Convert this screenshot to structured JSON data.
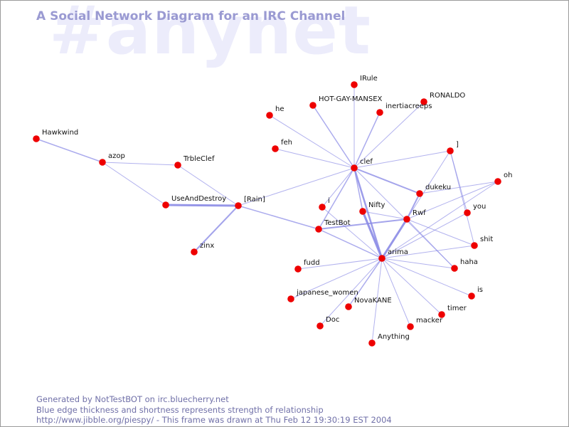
{
  "watermark": "#anynet",
  "title": "A Social Network Diagram for an IRC Channel",
  "colors": {
    "node": "#ee0000",
    "edge": "#8c8ce6",
    "title": "#9a9ad2",
    "watermark": "#ececfb",
    "footer": "#7070a8"
  },
  "nodes": [
    {
      "id": "Hawkwind"
    },
    {
      "id": "azop"
    },
    {
      "id": "TrbleClef"
    },
    {
      "id": "UseAndDestroy"
    },
    {
      "id": "[Rain]"
    },
    {
      "id": "zinx"
    },
    {
      "id": "IRule"
    },
    {
      "id": "RONALDO"
    },
    {
      "id": "HOT-GAY-MANSEX"
    },
    {
      "id": "inertiacreeps"
    },
    {
      "id": "he"
    },
    {
      "id": "feh"
    },
    {
      "id": "clef"
    },
    {
      "id": "]"
    },
    {
      "id": "oh"
    },
    {
      "id": "dukeku"
    },
    {
      "id": "you"
    },
    {
      "id": "i"
    },
    {
      "id": "Nifty"
    },
    {
      "id": "Rwf"
    },
    {
      "id": "TestBot"
    },
    {
      "id": "shit"
    },
    {
      "id": "arima"
    },
    {
      "id": "fudd"
    },
    {
      "id": "haha"
    },
    {
      "id": "japanese_women"
    },
    {
      "id": "NovaKANE"
    },
    {
      "id": "is"
    },
    {
      "id": "timer"
    },
    {
      "id": "Doc"
    },
    {
      "id": "macker"
    },
    {
      "id": "Anything"
    }
  ],
  "edges": [
    {
      "source": "Hawkwind",
      "target": "azop",
      "strength": 1.5
    },
    {
      "source": "azop",
      "target": "TrbleClef",
      "strength": 1
    },
    {
      "source": "azop",
      "target": "UseAndDestroy",
      "strength": 1
    },
    {
      "source": "TrbleClef",
      "target": "[Rain]",
      "strength": 1
    },
    {
      "source": "UseAndDestroy",
      "target": "[Rain]",
      "strength": 3
    },
    {
      "source": "zinx",
      "target": "[Rain]",
      "strength": 2
    },
    {
      "source": "[Rain]",
      "target": "clef",
      "strength": 1
    },
    {
      "source": "[Rain]",
      "target": "TestBot",
      "strength": 1.5
    },
    {
      "source": "clef",
      "target": "IRule",
      "strength": 1
    },
    {
      "source": "clef",
      "target": "RONALDO",
      "strength": 1
    },
    {
      "source": "clef",
      "target": "HOT-GAY-MANSEX",
      "strength": 1.5
    },
    {
      "source": "clef",
      "target": "inertiacreeps",
      "strength": 1.5
    },
    {
      "source": "clef",
      "target": "he",
      "strength": 1
    },
    {
      "source": "clef",
      "target": "feh",
      "strength": 1
    },
    {
      "source": "clef",
      "target": "]",
      "strength": 1
    },
    {
      "source": "clef",
      "target": "dukeku",
      "strength": 2
    },
    {
      "source": "clef",
      "target": "i",
      "strength": 1
    },
    {
      "source": "clef",
      "target": "Nifty",
      "strength": 1.5
    },
    {
      "source": "clef",
      "target": "TestBot",
      "strength": 1.5
    },
    {
      "source": "clef",
      "target": "arima",
      "strength": 2.5
    },
    {
      "source": "clef",
      "target": "haha",
      "strength": 1
    },
    {
      "source": "dukeku",
      "target": "oh",
      "strength": 1
    },
    {
      "source": "dukeku",
      "target": "Rwf",
      "strength": 2
    },
    {
      "source": "]",
      "target": "you",
      "strength": 1
    },
    {
      "source": "]",
      "target": "shit",
      "strength": 1
    },
    {
      "source": "]",
      "target": "Rwf",
      "strength": 1
    },
    {
      "source": "Rwf",
      "target": "oh",
      "strength": 1
    },
    {
      "source": "Rwf",
      "target": "TestBot",
      "strength": 2
    },
    {
      "source": "Rwf",
      "target": "Nifty",
      "strength": 1
    },
    {
      "source": "Rwf",
      "target": "arima",
      "strength": 3
    },
    {
      "source": "Rwf",
      "target": "shit",
      "strength": 1
    },
    {
      "source": "Rwf",
      "target": "haha",
      "strength": 1
    },
    {
      "source": "TestBot",
      "target": "arima",
      "strength": 1.5
    },
    {
      "source": "Nifty",
      "target": "arima",
      "strength": 3
    },
    {
      "source": "i",
      "target": "arima",
      "strength": 1
    },
    {
      "source": "arima",
      "target": "oh",
      "strength": 1
    },
    {
      "source": "arima",
      "target": "you",
      "strength": 1
    },
    {
      "source": "arima",
      "target": "shit",
      "strength": 1
    },
    {
      "source": "arima",
      "target": "fudd",
      "strength": 1
    },
    {
      "source": "arima",
      "target": "haha",
      "strength": 1
    },
    {
      "source": "arima",
      "target": "japanese_women",
      "strength": 1
    },
    {
      "source": "arima",
      "target": "NovaKANE",
      "strength": 1.5
    },
    {
      "source": "arima",
      "target": "is",
      "strength": 1
    },
    {
      "source": "arima",
      "target": "timer",
      "strength": 1
    },
    {
      "source": "arima",
      "target": "Doc",
      "strength": 1
    },
    {
      "source": "arima",
      "target": "macker",
      "strength": 1
    },
    {
      "source": "arima",
      "target": "Anything",
      "strength": 1
    }
  ],
  "footer": {
    "line1": "Generated by NotTestBOT on irc.bluecherry.net",
    "line2": "Blue edge thickness and shortness represents strength of relationship",
    "line3": "http://www.jibble.org/piespy/ - This frame was drawn at Thu Feb 12 19:30:19 EST 2004"
  }
}
